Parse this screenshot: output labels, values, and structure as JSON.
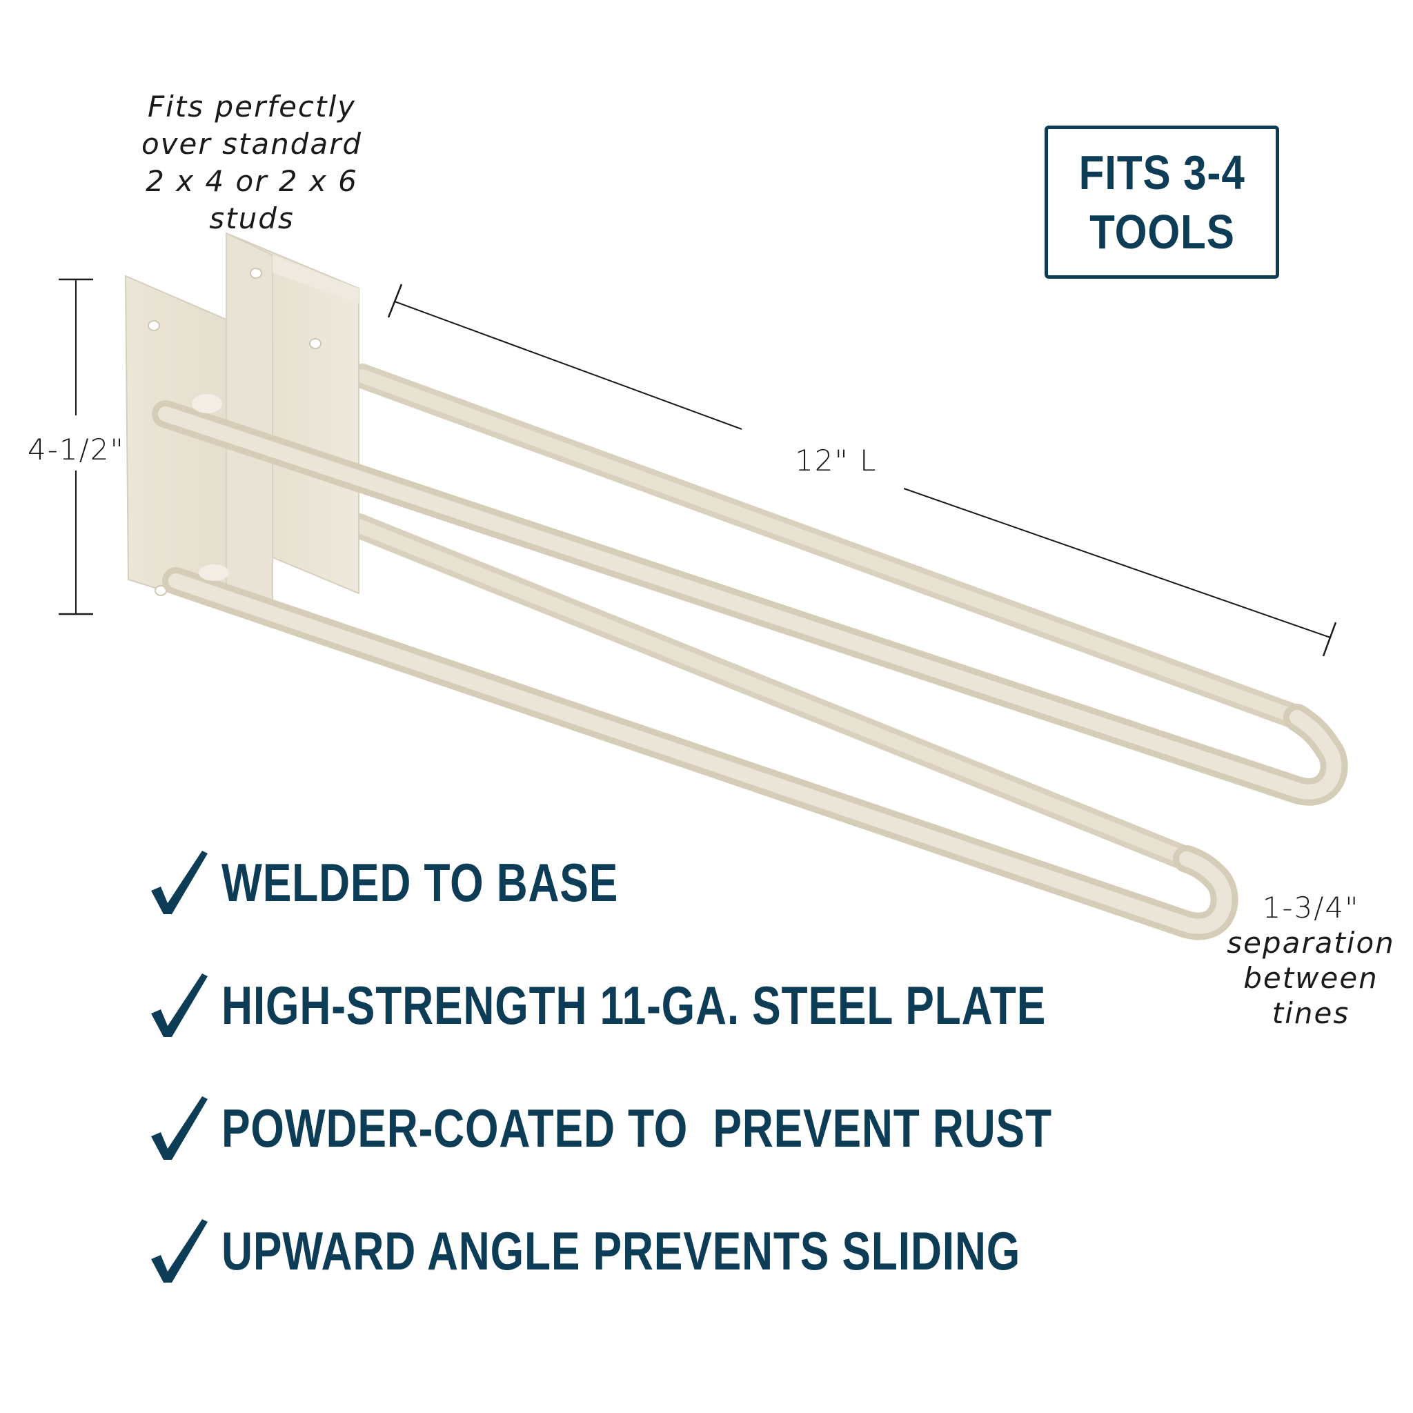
{
  "annotations": {
    "stud_fit": {
      "lines": [
        "Fits perfectly",
        "over standard",
        "2 x 4 or 2 x 6 studs"
      ]
    },
    "height_dimension": "4-1/2\"",
    "length_dimension": "12\" L",
    "tine_separation": {
      "value": "1-3/4\"",
      "lines": [
        "separation",
        "between",
        "tines"
      ]
    }
  },
  "badge": {
    "line1": "FITS 3-4",
    "line2": "TOOLS"
  },
  "features": [
    {
      "icon": "checkmark-icon",
      "label": "WELDED TO BASE"
    },
    {
      "icon": "checkmark-icon",
      "label": "HIGH-STRENGTH 11-GA. STEEL PLATE"
    },
    {
      "icon": "checkmark-icon",
      "label": "POWDER-COATED TO  PREVENT RUST"
    },
    {
      "icon": "checkmark-icon",
      "label": "UPWARD ANGLE PREVENTS SLIDING"
    }
  ],
  "product": {
    "name": "wall-mount hairpin tool hook bracket",
    "finish_color": "#e6dfcf"
  },
  "colors": {
    "accent": "#0d3d56",
    "annotation_text": "#1a1a1a",
    "background": "#ffffff"
  }
}
